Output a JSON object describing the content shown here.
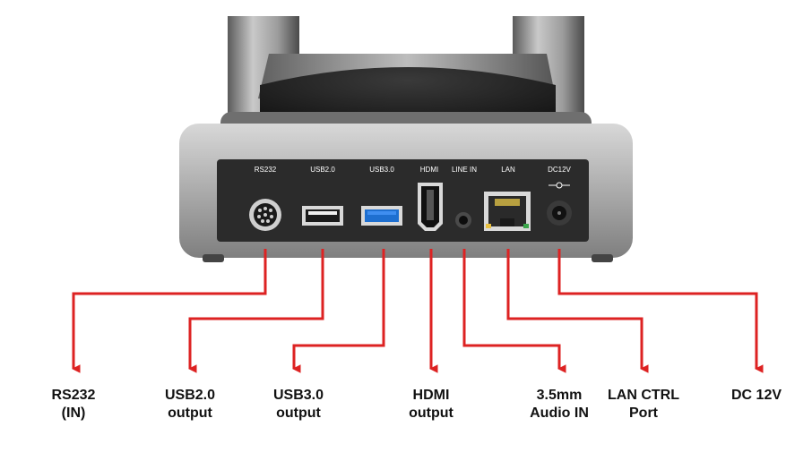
{
  "colors": {
    "arrow": "#dd2222",
    "body": "#9a9a9a",
    "panel": "#2b2b2b",
    "background": "#ffffff"
  },
  "panel_labels": {
    "rs232": "RS232",
    "usb2": "USB2.0",
    "usb3": "USB3.0",
    "hdmi": "HDMI",
    "line_in": "LINE IN",
    "lan": "LAN",
    "dc12v": "DC12V"
  },
  "callouts": [
    {
      "id": "rs232",
      "line1": "RS232",
      "line2": "(IN)",
      "icon": "mini-din-port-icon"
    },
    {
      "id": "usb2",
      "line1": "USB2.0",
      "line2": "output",
      "icon": "usb-a-port-icon"
    },
    {
      "id": "usb3",
      "line1": "USB3.0",
      "line2": "output",
      "icon": "usb-a-port-icon"
    },
    {
      "id": "hdmi",
      "line1": "HDMI",
      "line2": "output",
      "icon": "hdmi-port-icon"
    },
    {
      "id": "audio",
      "line1": "3.5mm",
      "line2": "Audio IN",
      "icon": "audio-jack-icon"
    },
    {
      "id": "lan",
      "line1": "LAN CTRL",
      "line2": "Port",
      "icon": "rj45-port-icon"
    },
    {
      "id": "dc",
      "line1": "DC 12V",
      "line2": "",
      "icon": "dc-jack-icon"
    }
  ]
}
